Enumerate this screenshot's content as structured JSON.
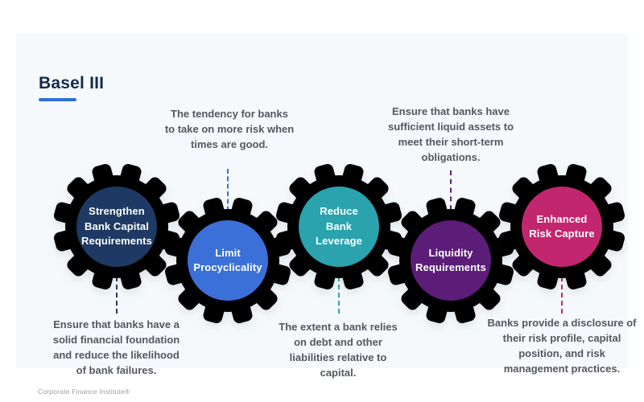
{
  "title": "Basel III",
  "footer": "Corporate Finance Institute®",
  "colors": {
    "card_background": "#f5f9fb",
    "title": "#16294e",
    "title_underline": "#2e6fd8",
    "gear_gray": "#dcdee1",
    "body_text": "#54585e"
  },
  "gears": [
    {
      "label": "Strengthen\nBank Capital\nRequirements",
      "color": "#1e3a64",
      "description": "Ensure that banks have a\nsolid financial foundation\nand reduce the likelihood\nof bank failures.",
      "description_position": "below"
    },
    {
      "label": "Limit\nProcyclicality",
      "color": "#3a70d8",
      "description": "The tendency for banks\nto take on more risk when\ntimes are good.",
      "description_position": "above"
    },
    {
      "label": "Reduce\nBank\nLeverage",
      "color": "#2aa3ae",
      "description": "The extent a bank relies\non debt and other\nliabilities relative to\ncapital.",
      "description_position": "below"
    },
    {
      "label": "Liquidity\nRequirements",
      "color": "#5b1d78",
      "description": "Ensure that banks have\nsufficient liquid assets to\nmeet their short-term\nobligations.",
      "description_position": "above"
    },
    {
      "label": "Enhanced\nRisk Capture",
      "color": "#c2266e",
      "description": "Banks provide a disclosure of\ntheir risk profile, capital\nposition, and risk\nmanagement practices.",
      "description_position": "below"
    }
  ]
}
